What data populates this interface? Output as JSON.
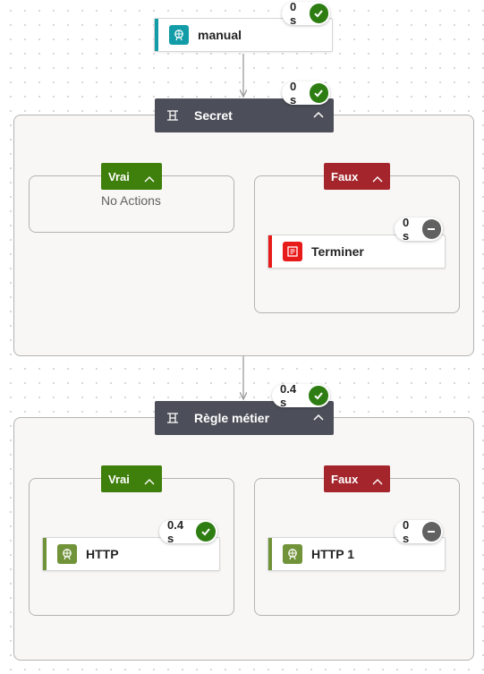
{
  "canvas": {
    "actions": {
      "manual": {
        "label": "manual",
        "icon": "request-trigger-icon",
        "duration": "0 s",
        "status": "succeeded"
      },
      "terminer": {
        "label": "Terminer",
        "icon": "terminate-icon",
        "duration": "0 s",
        "status": "skipped"
      },
      "http": {
        "label": "HTTP",
        "icon": "http-globe-icon",
        "duration": "0.4 s",
        "status": "succeeded"
      },
      "http1": {
        "label": "HTTP 1",
        "icon": "http-globe-icon",
        "duration": "0 s",
        "status": "skipped"
      }
    },
    "conditions": {
      "secret": {
        "label": "Secret",
        "icon": "condition-icon",
        "duration": "0 s",
        "status": "succeeded",
        "true_branch": {
          "label": "Vrai",
          "empty_text": "No Actions"
        },
        "false_branch": {
          "label": "Faux"
        }
      },
      "regle": {
        "label": "Règle métier",
        "icon": "condition-icon",
        "duration": "0.4 s",
        "status": "succeeded",
        "true_branch": {
          "label": "Vrai"
        },
        "false_branch": {
          "label": "Faux"
        }
      }
    }
  },
  "colors": {
    "succeeded": "#2e7d12",
    "skipped": "#616161",
    "true_branch": "#3f7f0c",
    "false_branch": "#a4262c",
    "scope_header": "#4c4f59",
    "request_accent": "#129ca7",
    "terminate_accent": "#e81b1b",
    "http_accent": "#71933a"
  }
}
